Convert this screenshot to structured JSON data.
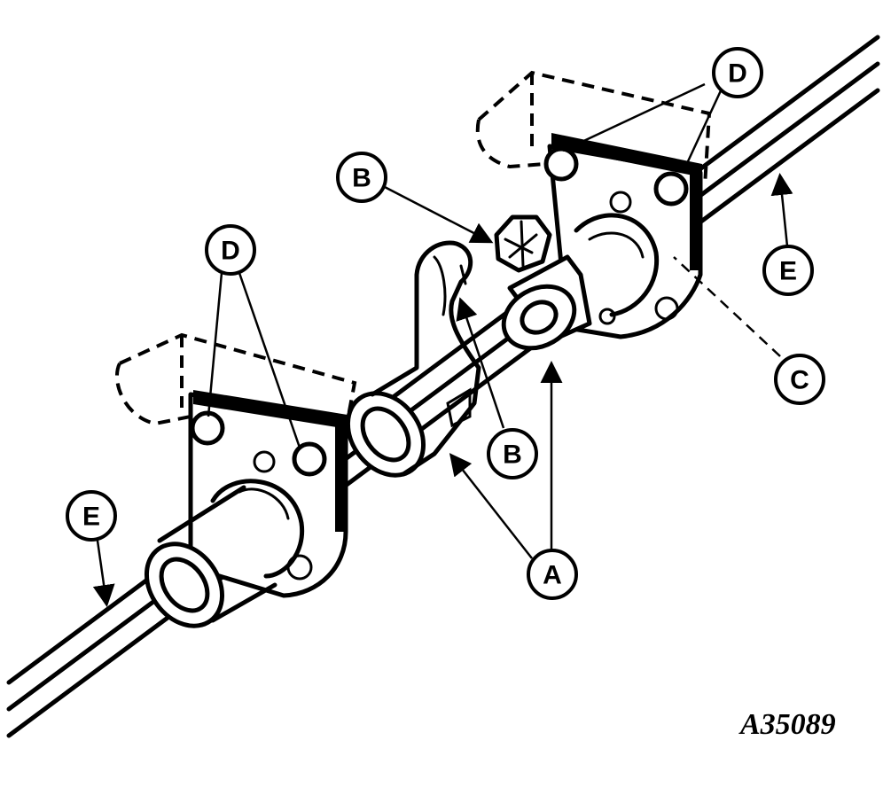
{
  "callouts": {
    "a": "A",
    "b": "B",
    "c": "C",
    "d": "D",
    "e": "E"
  },
  "figure_id": "A35089"
}
